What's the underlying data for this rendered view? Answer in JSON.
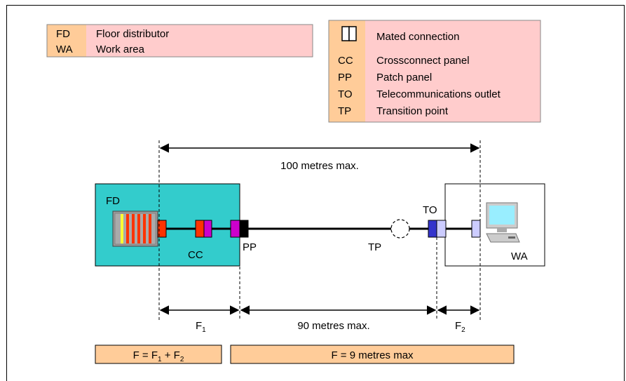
{
  "legend_left": [
    {
      "abbr": "FD",
      "text": "Floor distributor"
    },
    {
      "abbr": "WA",
      "text": "Work area"
    }
  ],
  "legend_right": [
    {
      "abbr": "",
      "text": "Mated connection"
    },
    {
      "abbr": "CC",
      "text": "Crossconnect panel"
    },
    {
      "abbr": "PP",
      "text": "Patch panel"
    },
    {
      "abbr": "TO",
      "text": "Telecommunications outlet"
    },
    {
      "abbr": "TP",
      "text": "Transition point"
    }
  ],
  "diagram": {
    "top_dimension": "100 metres max.",
    "fd_label": "FD",
    "cc_label": "CC",
    "pp_label": "PP",
    "tp_label": "TP",
    "to_label": "TO",
    "wa_label": "WA",
    "f1_main": "F",
    "f1_sub": "1",
    "middle_dimension": "90 metres max.",
    "f2_main": "F",
    "f2_sub": "2"
  },
  "formulas": {
    "left_prefix": "F = F",
    "left_sub1": "1",
    "left_mid": " + F",
    "left_sub2": "2",
    "right": "F = 9 metres max"
  },
  "colors": {
    "fd_box": "#33cccc",
    "legend_abbr": "#ffcc99",
    "legend_text": "#ffcccc",
    "formula_box": "#ffcc99",
    "red": "#ff3300",
    "purple": "#cc00cc",
    "blue": "#3333cc",
    "lavender": "#ccccff"
  }
}
